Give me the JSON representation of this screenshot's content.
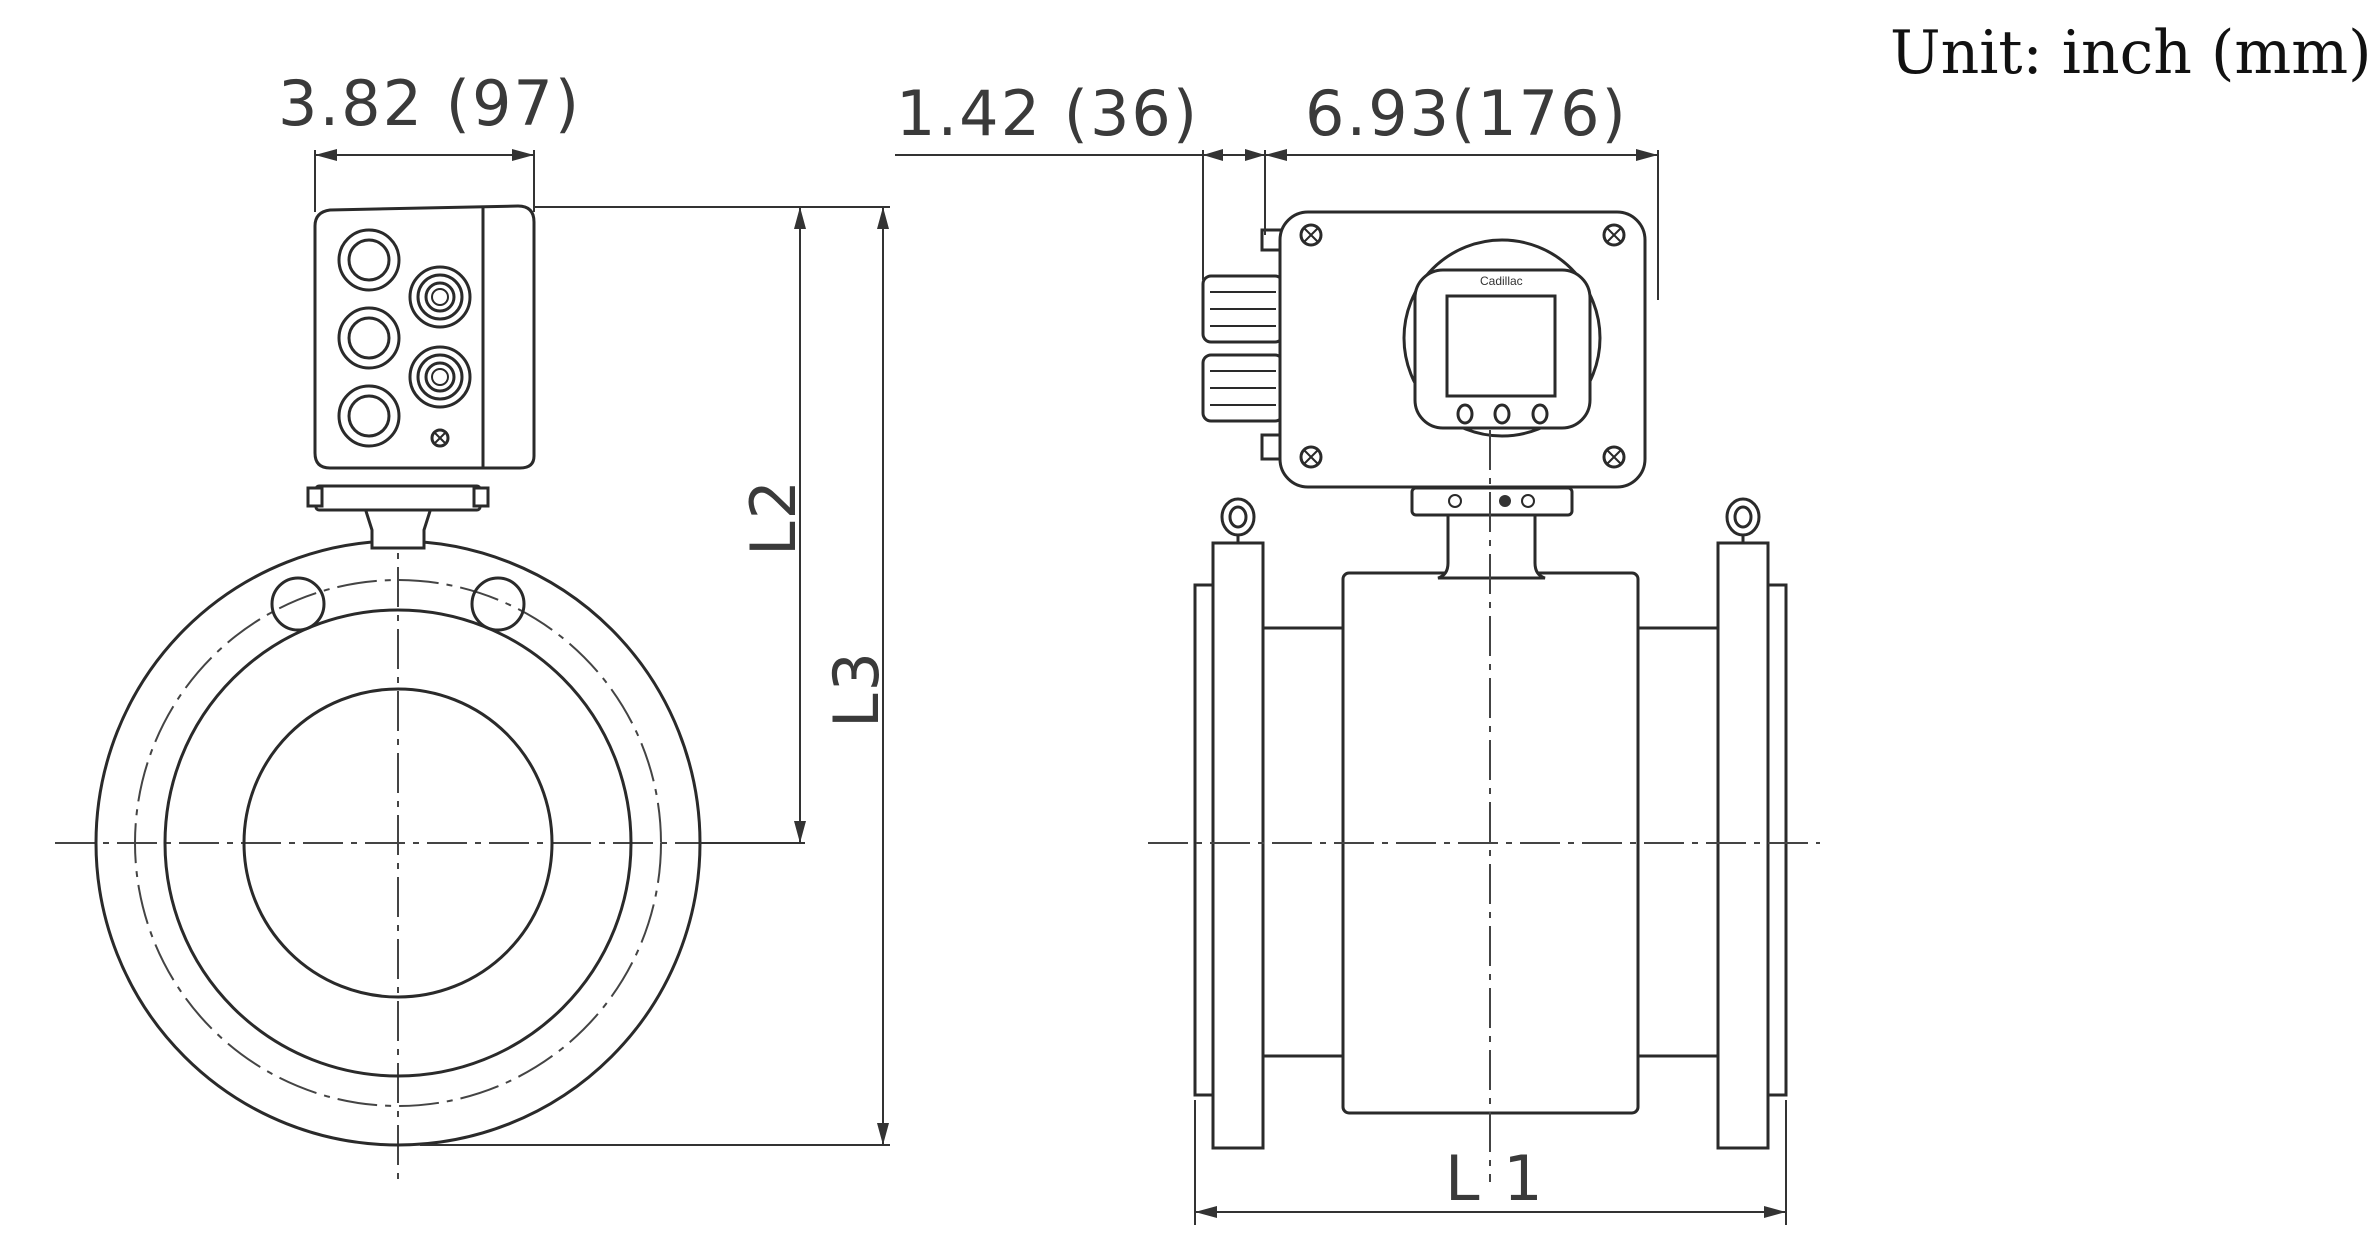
{
  "unit_label": "Unit: inch (mm)",
  "dimensions": {
    "head_width": "3.82 (97)",
    "gland_offset": "1.42 (36)",
    "converter_width": "6.93(176)",
    "height_to_center": "L2",
    "overall_height": "L3",
    "face_to_face": "L 1"
  },
  "converter_brand": "Cadillac",
  "colors": {
    "line": "#2a2a2a",
    "background": "#ffffff"
  }
}
